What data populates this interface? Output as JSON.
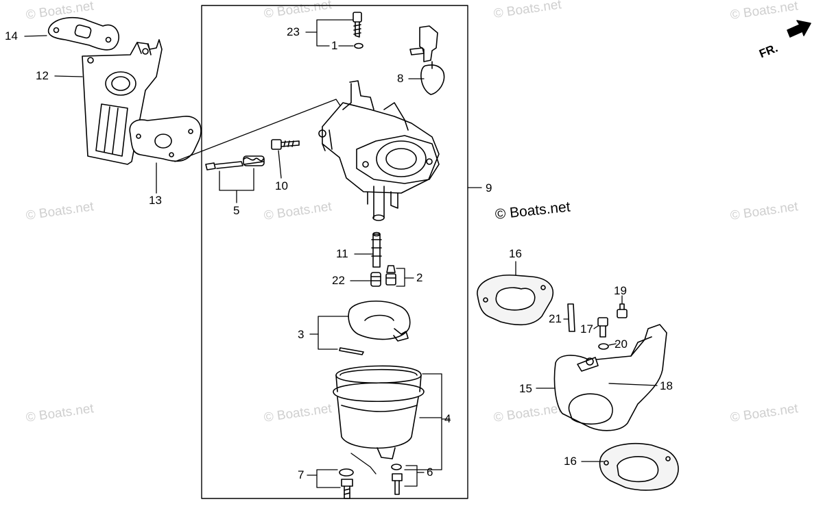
{
  "diagram": {
    "copyright_text": "© Boats.net",
    "watermark_text": "© Boats.net",
    "direction_label": "FR.",
    "callouts": {
      "c1": "1",
      "c2": "2",
      "c3": "3",
      "c4": "4",
      "c5": "5",
      "c6": "6",
      "c7": "7",
      "c8": "8",
      "c9": "9",
      "c10": "10",
      "c11": "11",
      "c12": "12",
      "c13": "13",
      "c14": "14",
      "c15": "15",
      "c16a": "16",
      "c16b": "16",
      "c17": "17",
      "c18": "18",
      "c19": "19",
      "c20": "20",
      "c21": "21",
      "c22": "22",
      "c23": "23"
    }
  }
}
